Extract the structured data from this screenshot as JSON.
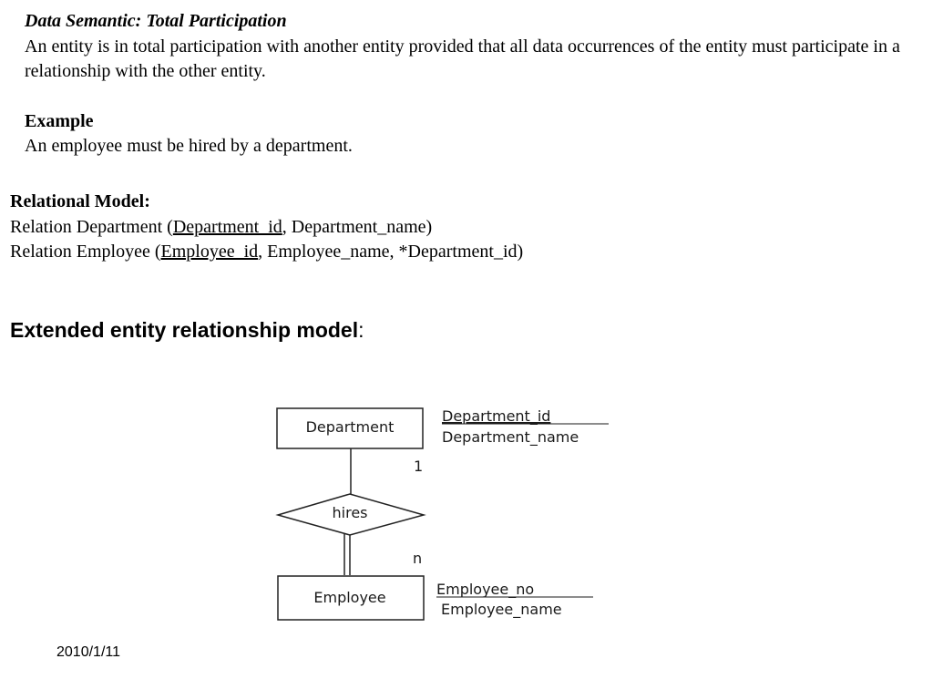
{
  "definition": {
    "title": "Data Semantic: Total Participation",
    "body": "An entity is in total participation with another entity provided that all data occurrences of the entity must participate in a relationship with the other entity."
  },
  "example": {
    "heading": "Example",
    "text": "An employee must be hired by a department."
  },
  "relational_model": {
    "heading": "Relational Model:",
    "department": {
      "prefix": "Relation Department (",
      "key": "Department_id",
      "rest": ", Department_name)"
    },
    "employee": {
      "prefix": "Relation Employee (",
      "key": "Employee_id",
      "rest": ", Employee_name, *Department_id)"
    }
  },
  "eer": {
    "heading": "Extended entity relationship model",
    "colon": ":"
  },
  "diagram": {
    "department_entity": "Department",
    "department_key_attr": "Department_id",
    "department_attr": "Department_name",
    "relationship": "hires",
    "cardinality_top": "1",
    "cardinality_bottom": "n",
    "employee_entity": "Employee",
    "employee_key_attr": "Employee_no",
    "employee_attr": "Employee_name"
  },
  "footer": {
    "date": "2010/1/11"
  }
}
